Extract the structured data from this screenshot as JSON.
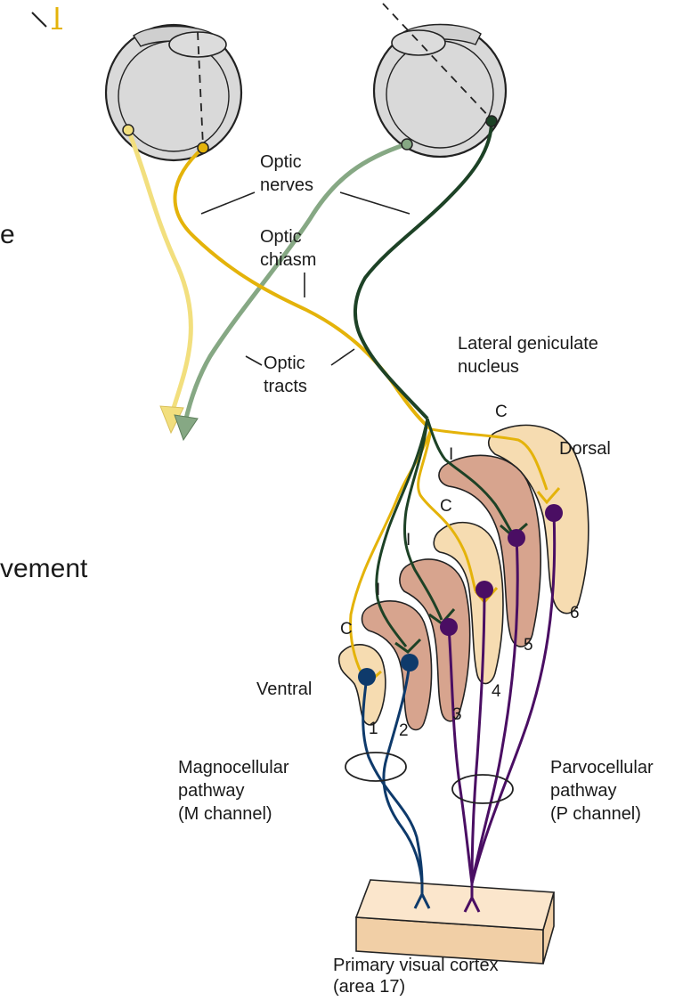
{
  "labels": {
    "optic_nerves": [
      "Optic",
      "nerves"
    ],
    "optic_chiasm": [
      "Optic",
      "chiasm"
    ],
    "optic_tracts": [
      "Optic",
      "tracts"
    ],
    "lgn": [
      "Lateral geniculate",
      "nucleus"
    ],
    "dorsal": "Dorsal",
    "ventral": "Ventral",
    "magno": [
      "Magnocellular",
      "pathway",
      "(M channel)"
    ],
    "parvo": [
      "Parvocellular",
      "pathway",
      "(P channel)"
    ],
    "cortex": [
      "Primary visual cortex",
      "(area 17)"
    ]
  },
  "layer_numbers": [
    "1",
    "2",
    "3",
    "4",
    "5",
    "6"
  ],
  "input_labels": {
    "layer1": "C",
    "layer2": "I",
    "layer3": "I",
    "layer4": "C",
    "layer5": "I",
    "layer6": "C"
  },
  "cut_off_text": {
    "line1": "e",
    "line2": "vement"
  },
  "colors": {
    "contralateral_light": "#f2df7e",
    "contralateral_gold": "#e4b30a",
    "ipsilateral_green_light": "#86a884",
    "ipsilateral_green_dark": "#1d4226",
    "magno_blue": "#0e3a6b",
    "parvo_purple": "#4a0e63",
    "lgn_light": "#f6dcb1",
    "lgn_dark": "#d7a48e"
  }
}
